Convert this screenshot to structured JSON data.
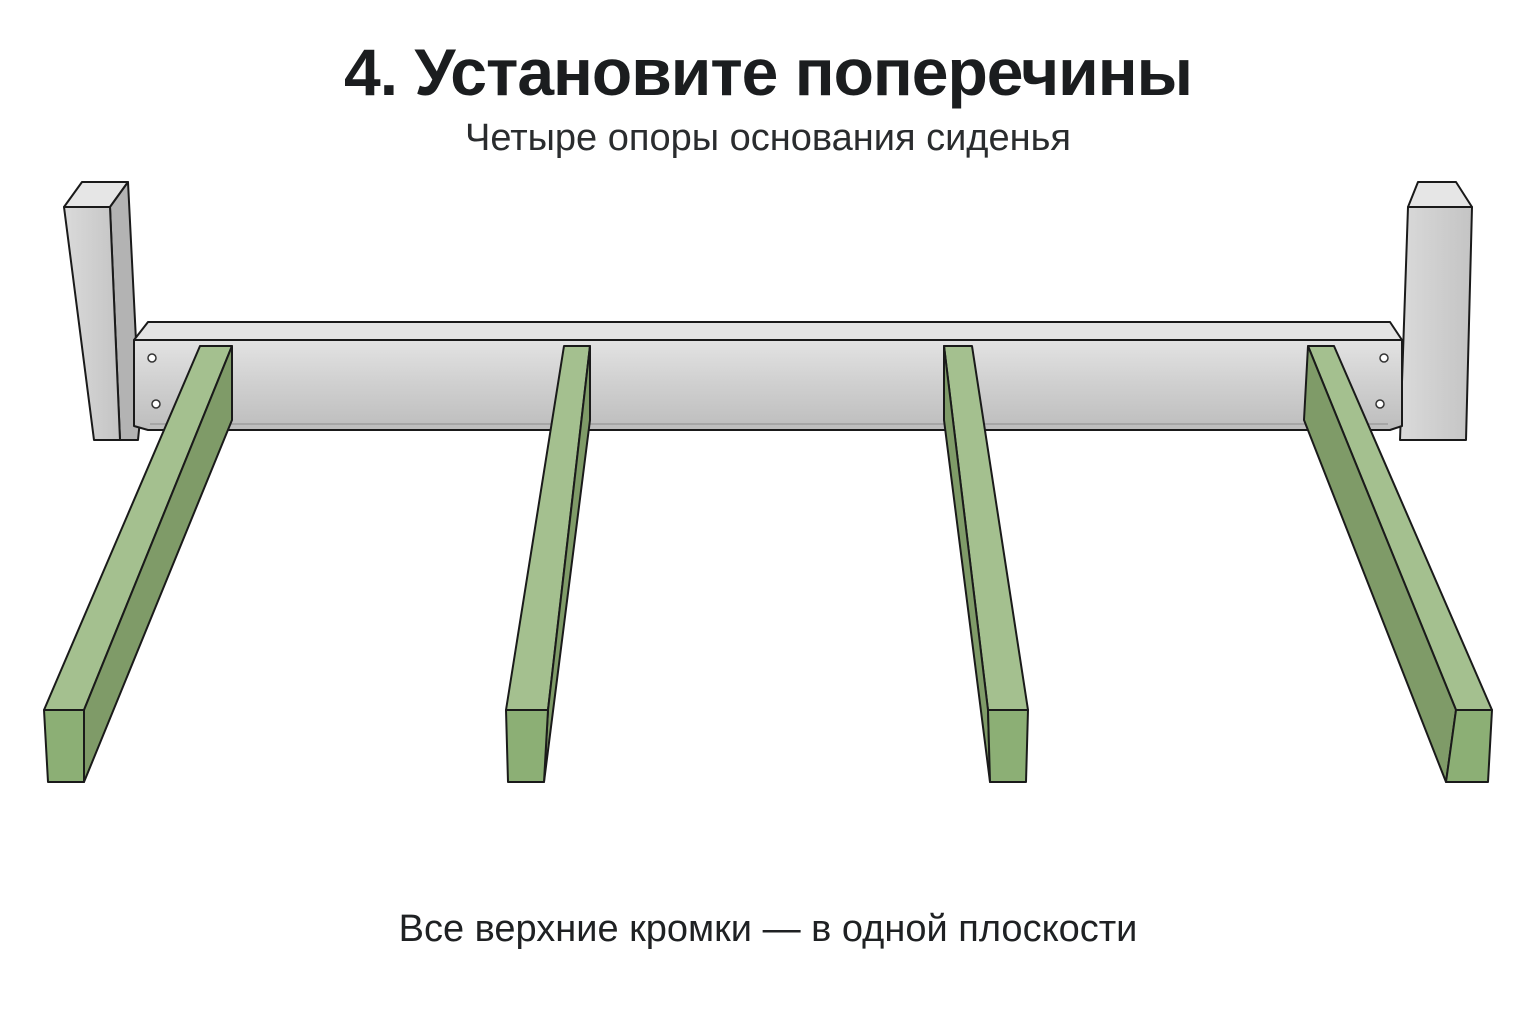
{
  "header": {
    "title": "4. Установите поперечины",
    "subtitle": "Четыре опоры основания сиденья"
  },
  "footer": {
    "caption": "Все верхние кромки — в одной плоскости"
  },
  "colors": {
    "frame_light": "#d8d8d8",
    "frame_mid": "#c2c2c2",
    "frame_dark": "#a9a9a9",
    "slat_top": "#a4c08f",
    "slat_side": "#7f9b68",
    "slat_end": "#8caf75",
    "outline": "#1a1a1a"
  },
  "diagram": {
    "crossbar_count": 4
  }
}
